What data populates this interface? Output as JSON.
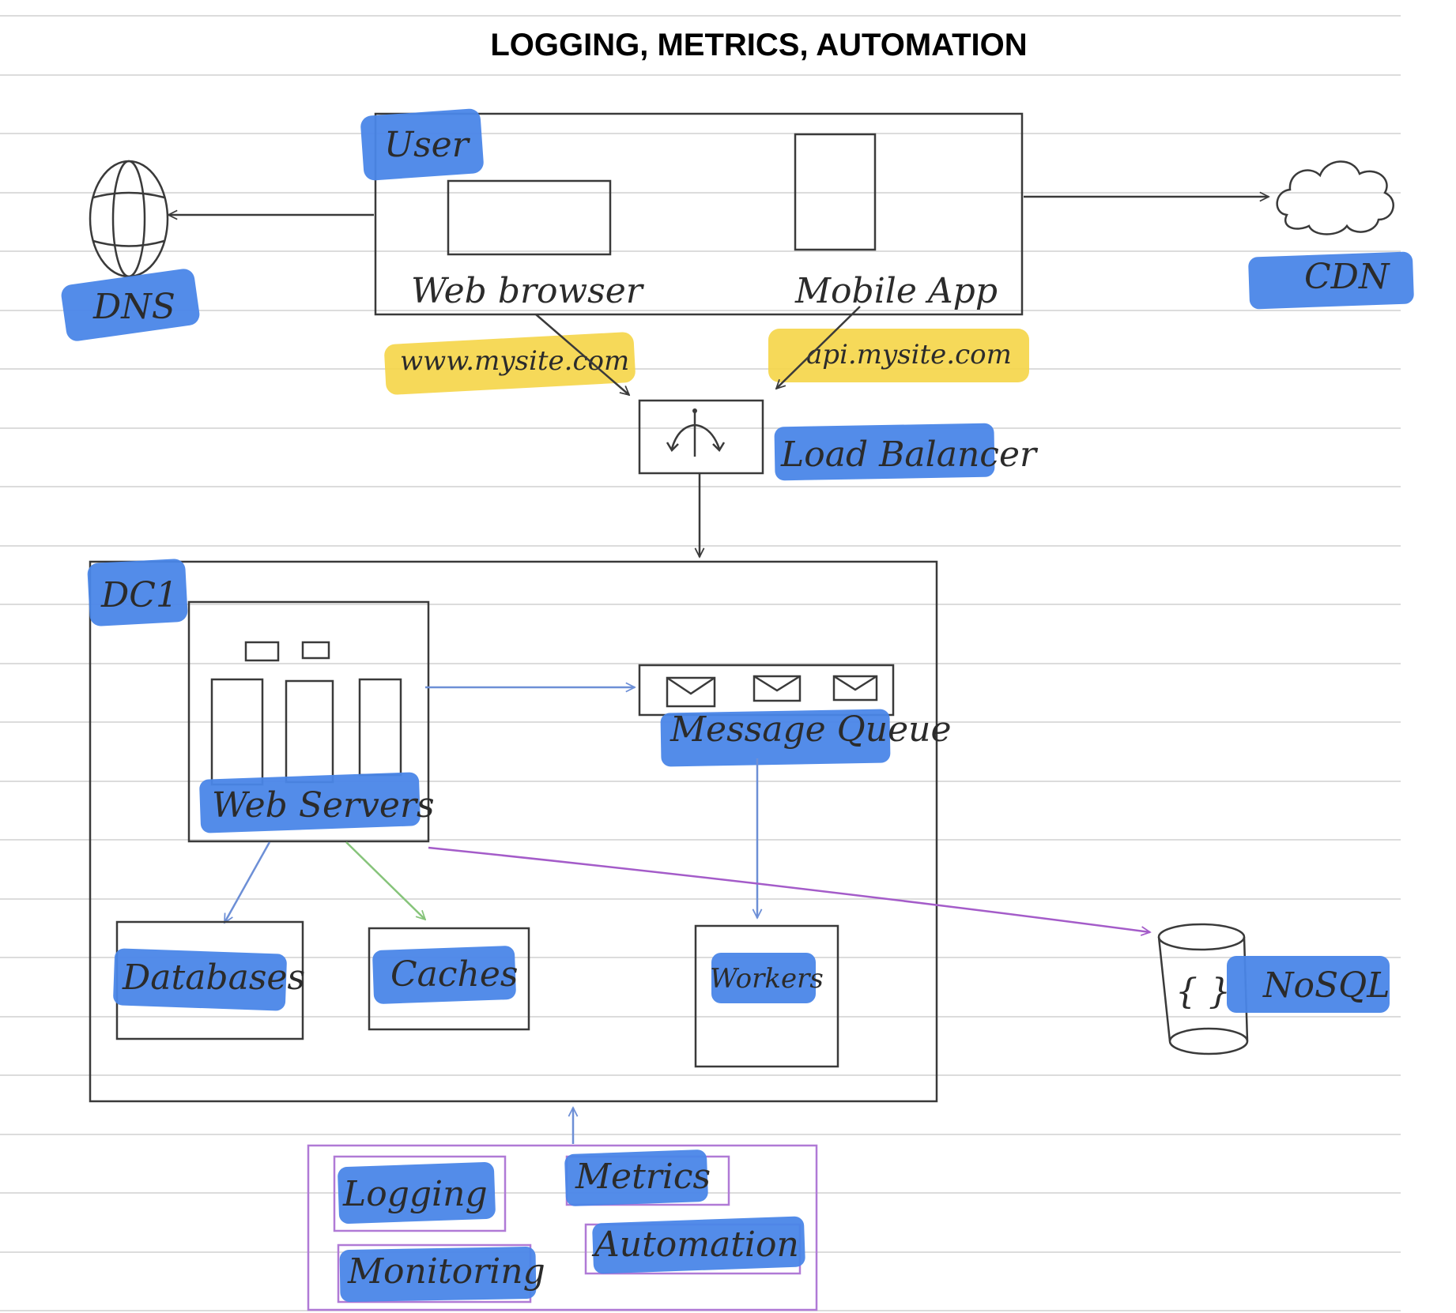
{
  "title": "LOGGING, METRICS, AUTOMATION",
  "colors": {
    "label_highlight": "#4a86e8",
    "url_highlight": "#f5d547",
    "ink": "#3a3a3a",
    "arrow_blue": "#6d8fd6",
    "arrow_green": "#86c47a",
    "arrow_purple": "#a45cc9",
    "tools_box": "#b07ad6"
  },
  "nodes": {
    "user": "User",
    "web_browser": "Web browser",
    "mobile_app": "Mobile App",
    "dns": "DNS",
    "cdn": "CDN",
    "web_url": "www.mysite.com",
    "api_url": "api.mysite.com",
    "load_balancer": "Load Balancer",
    "dc1": "DC1",
    "web_servers": "Web Servers",
    "message_queue": "Message Queue",
    "databases": "Databases",
    "caches": "Caches",
    "workers": "Workers",
    "nosql": "NoSQL",
    "nosql_symbol": "{ }"
  },
  "tools": {
    "logging": "Logging",
    "metrics": "Metrics",
    "monitoring": "Monitoring",
    "automation": "Automation"
  },
  "icons": {
    "dns": "globe-icon",
    "cdn": "cloud-icon",
    "load_balancer": "load-balancer-icon",
    "message": "envelope-icon",
    "nosql": "database-cylinder-icon"
  }
}
